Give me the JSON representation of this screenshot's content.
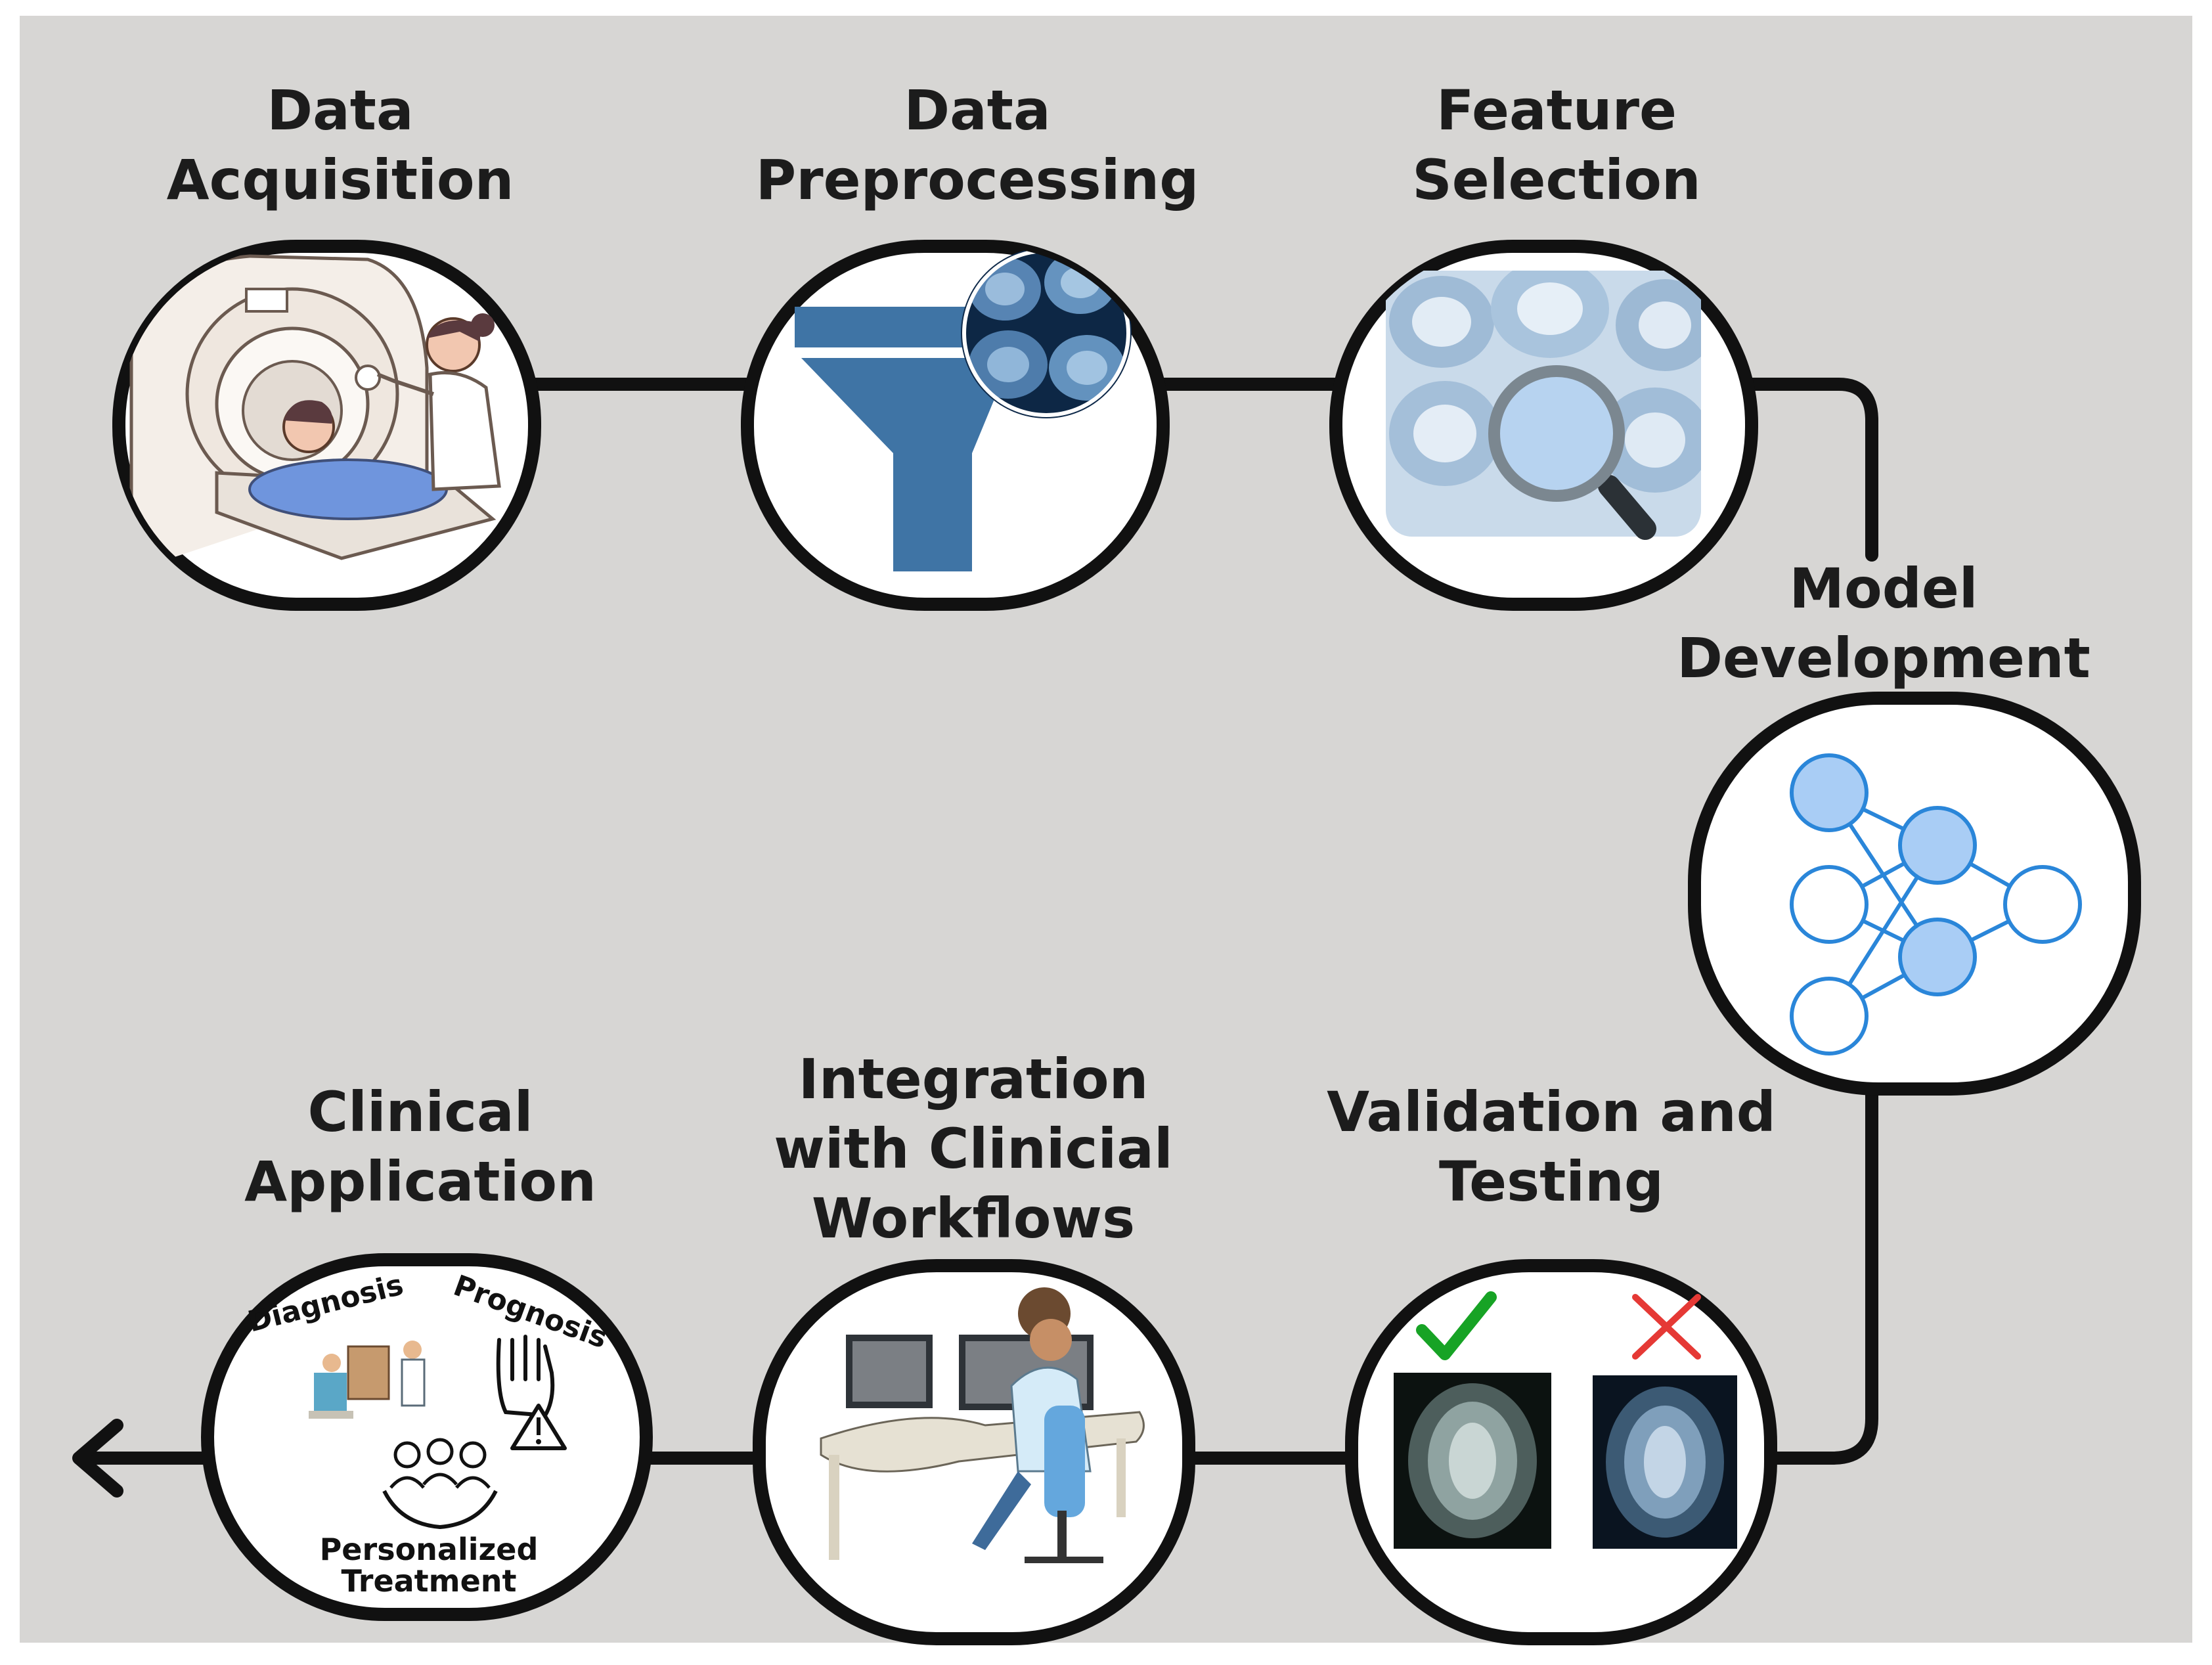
{
  "steps": [
    {
      "id": "data-acquisition",
      "label": "Data\nAcquisition"
    },
    {
      "id": "data-preprocessing",
      "label": "Data\nPreprocessing"
    },
    {
      "id": "feature-selection",
      "label": "Feature\nSelection"
    },
    {
      "id": "model-development",
      "label": "Model\nDevelopment"
    },
    {
      "id": "validation-testing",
      "label": "Validation and\nTesting"
    },
    {
      "id": "integration",
      "label": "Integration\nwith Clinicial\nWorkflows"
    },
    {
      "id": "clinical-application",
      "label": "Clinical\nApplication"
    }
  ],
  "clinical_icon_labels": {
    "diagnosis": "Diagnosis",
    "prognosis": "Prognosis",
    "personalized": "Personalized\nTreatment"
  },
  "icons": {
    "acquisition": "mri-scanner-icon",
    "preprocessing": "funnel-brain-scan-icon",
    "feature": "magnifier-brain-scan-icon",
    "model": "neural-network-icon",
    "validation": "check-cross-brain-scan-icon",
    "integration": "doctor-workstation-icon",
    "clinical": "clinical-outcomes-icon"
  },
  "colors": {
    "background": "#d7d6d4",
    "stroke": "#111111",
    "accent_blue": "#3f74a5",
    "network_blue": "#2a86d9",
    "node_fill": "#a9cdf5",
    "check_green": "#17a325",
    "cross_red": "#e53935"
  }
}
